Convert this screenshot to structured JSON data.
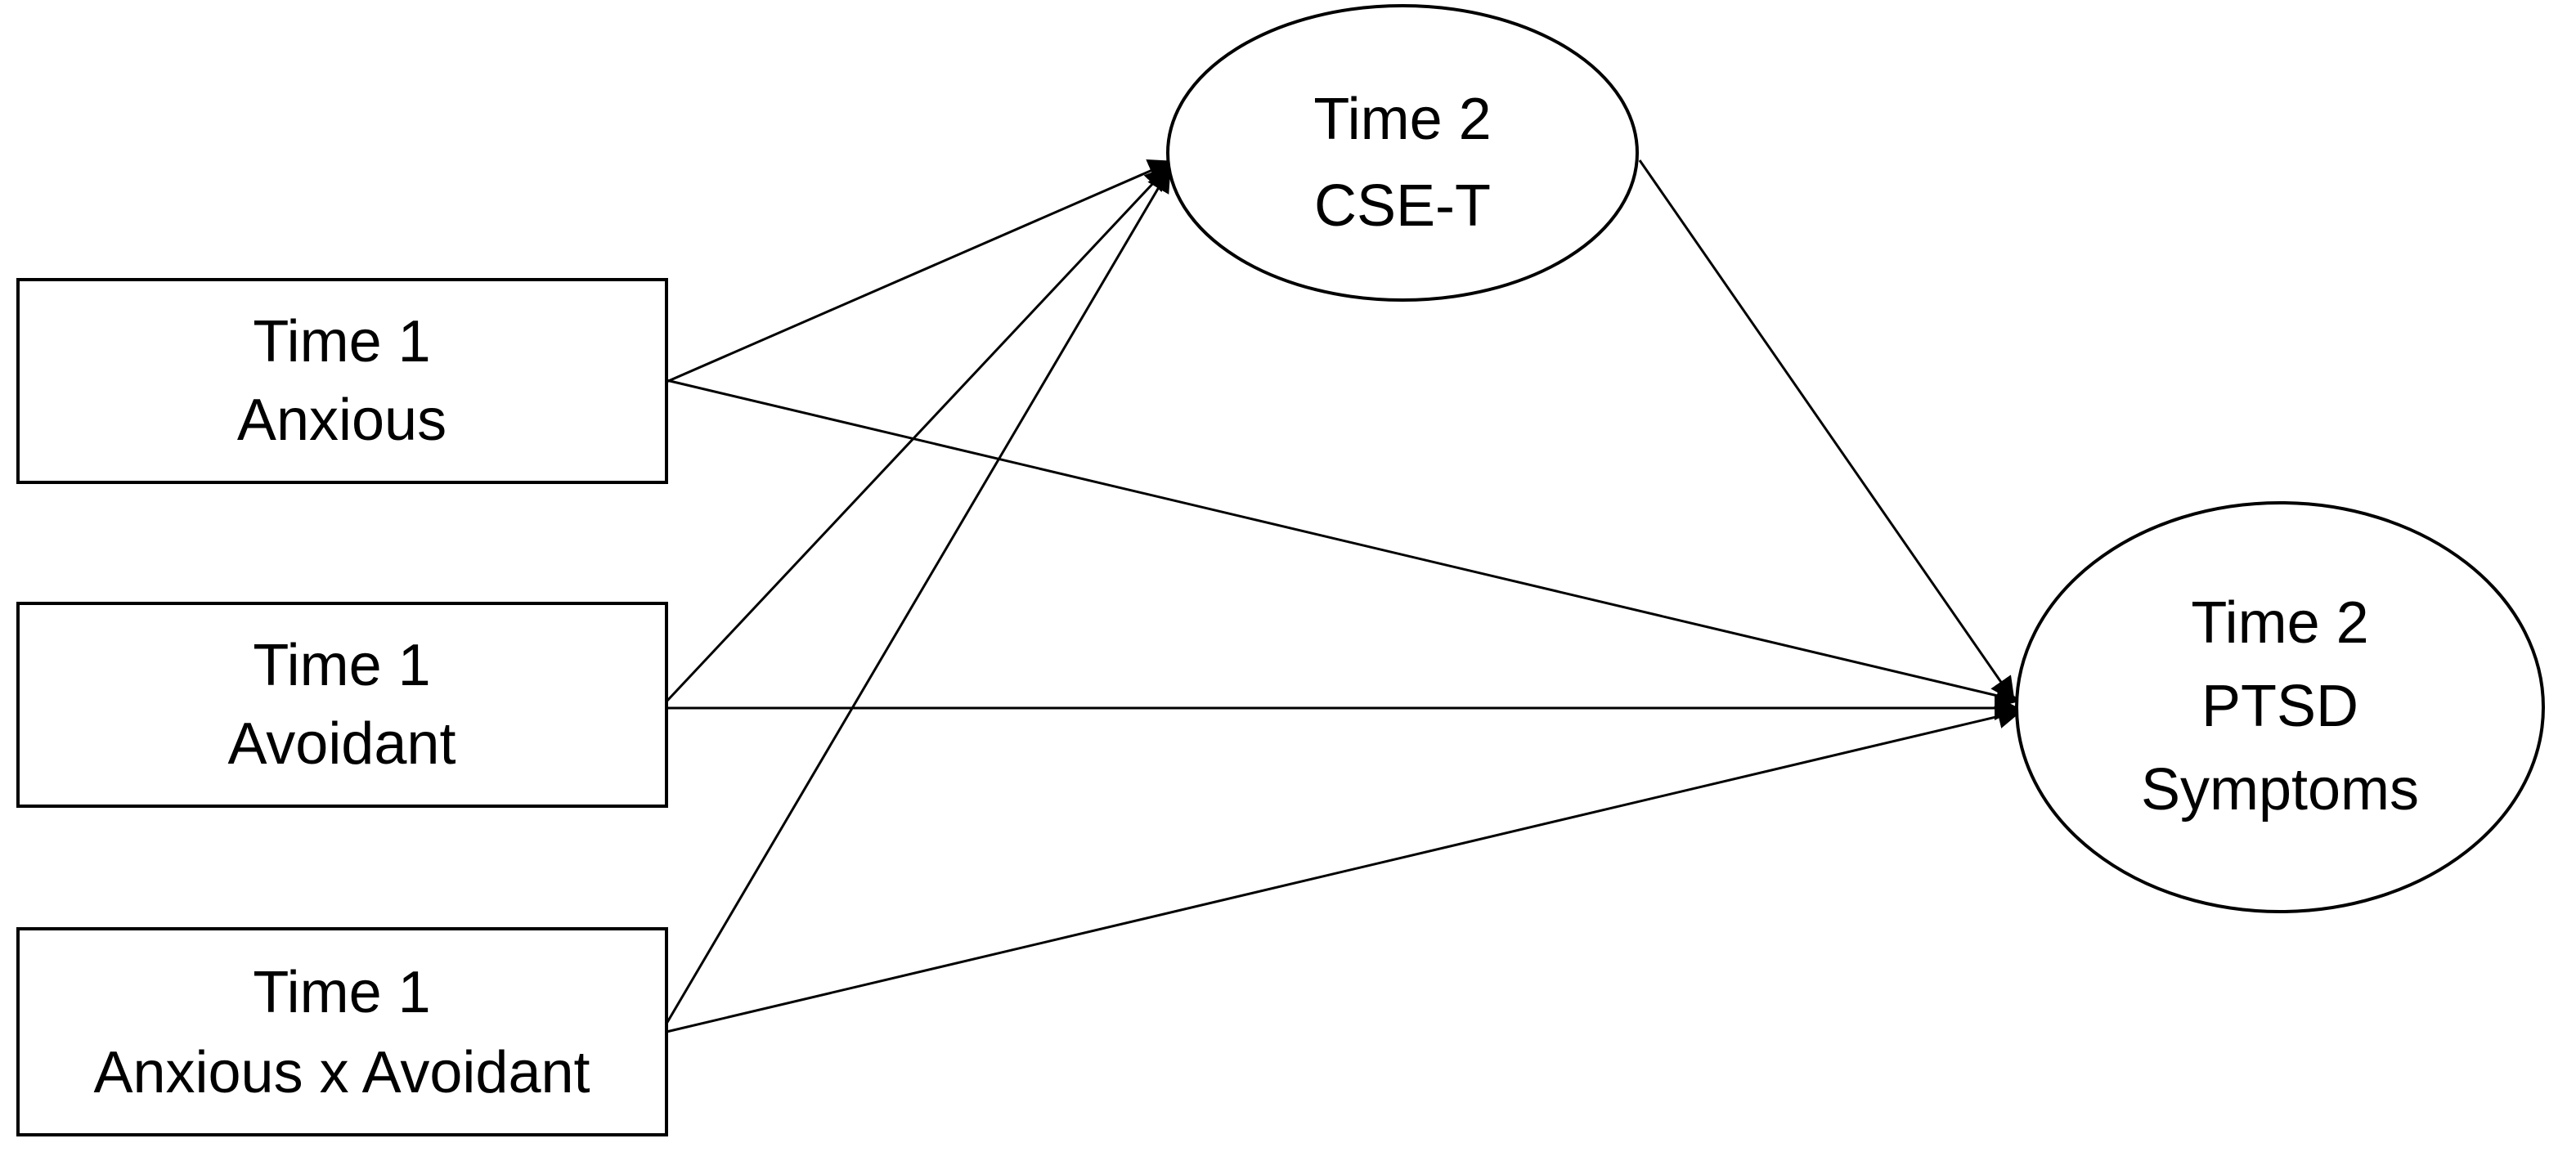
{
  "colors": {
    "background": "#ffffff",
    "stroke": "#000000",
    "text": "#000000"
  },
  "nodes": {
    "anxious": {
      "shape": "rectangle",
      "line1": "Time 1",
      "line2": "Anxious"
    },
    "avoidant": {
      "shape": "rectangle",
      "line1": "Time 1",
      "line2": "Avoidant"
    },
    "interaction": {
      "shape": "rectangle",
      "line1": "Time 1",
      "line2": "Anxious x Avoidant"
    },
    "cse": {
      "shape": "ellipse",
      "line1": "Time 2",
      "line2": "CSE-T"
    },
    "ptsd": {
      "shape": "ellipse",
      "line1": "Time 2",
      "line2": "PTSD",
      "line3": "Symptoms"
    }
  },
  "edges": [
    {
      "from": "anxious",
      "to": "cse"
    },
    {
      "from": "anxious",
      "to": "ptsd"
    },
    {
      "from": "avoidant",
      "to": "cse"
    },
    {
      "from": "avoidant",
      "to": "ptsd"
    },
    {
      "from": "interaction",
      "to": "cse"
    },
    {
      "from": "interaction",
      "to": "ptsd"
    },
    {
      "from": "cse",
      "to": "ptsd"
    }
  ]
}
